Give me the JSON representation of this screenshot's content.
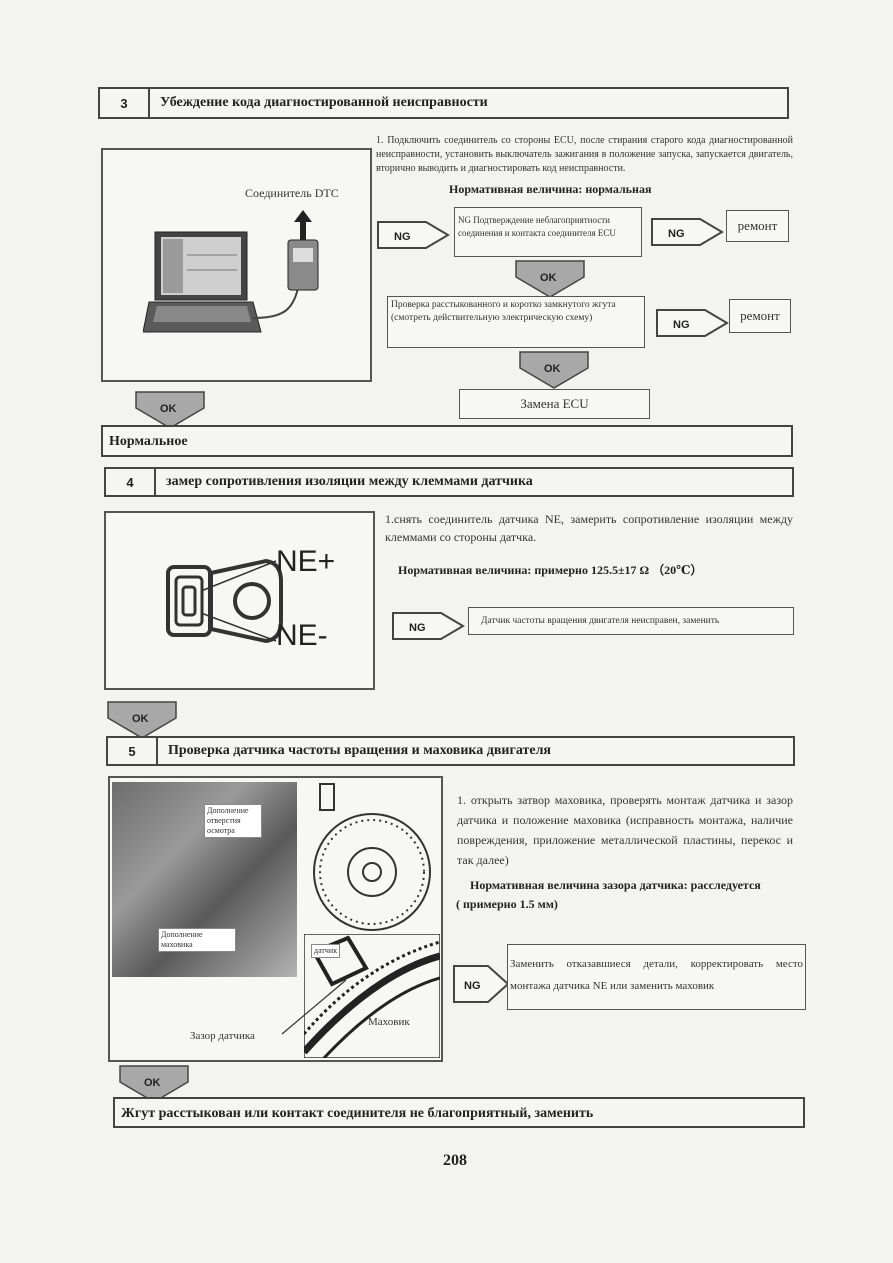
{
  "step3": {
    "num": "3",
    "title": "Убеждение кода диагностированной неисправности",
    "connector_label": "Соединитель DTC",
    "instruction": "1. Подключить соединитель со стороны ECU, после стирания старого кода диагностированной неисправности, установить выключатель зажигания в положение запуска, запускается двигатель, вторично выводить и диагностировать код неисправности.",
    "normal": "Нормативная величина: нормальная",
    "ng1": "NG",
    "note1": "NG  Подтверждение неблагоприятности соединения и контакта соединителя ECU",
    "ng2": "NG",
    "repair1": "ремонт",
    "ok1": "OK",
    "note2": "Проверка расстыкованного и коротко замкнутого жгута (смотреть действительную электрическую схему)",
    "ng3": "NG",
    "repair2": "ремонт",
    "ok2": "OK",
    "replace_ecu": "Замена ECU",
    "ok_left": "OK",
    "result": "Нормальное"
  },
  "step4": {
    "num": "4",
    "title": "замер сопротивления изоляции между клеммами датчика",
    "ne_plus": "NE+",
    "ne_minus": "NE-",
    "instruction": "1.снять соединитель датчика NE, замерить сопротивление изоляции между клеммами со стороны датчка.",
    "normal": "Нормативная величина: примерно 125.5±17  Ω （20℃）",
    "ng": "NG",
    "ng_note": "Датчик частоты вращения двигателя неисправен, заменить",
    "ok": "OK"
  },
  "step5": {
    "num": "5",
    "title": "Проверка датчика частоты вращения и маховика двигателя",
    "photo_label1": "Дополнение отверстия осмотра",
    "photo_label2": "Дополнение маховика",
    "sensor_label": "датчик",
    "gap_label": "Зазор датчика",
    "flywheel_label": "Маховик",
    "instruction": "1. открыть затвор маховика, проверять монтаж датчика и зазор датчика и положение маховика (исправность монтажа, наличие повреждения, приложение металлической пластины, перекос и так далее)",
    "normal_line1": "Нормативная величина зазора датчика: расследуется",
    "normal_line2": "( примерно 1.5 мм)",
    "ng": "NG",
    "ng_note": "Заменить отказавшиеся детали, корректировать место монтажа датчика NE или заменить маховик",
    "ok": "OK",
    "result": "Жгут расстыкован или контакт соединителя не благоприятный, заменить"
  },
  "page_number": "208"
}
